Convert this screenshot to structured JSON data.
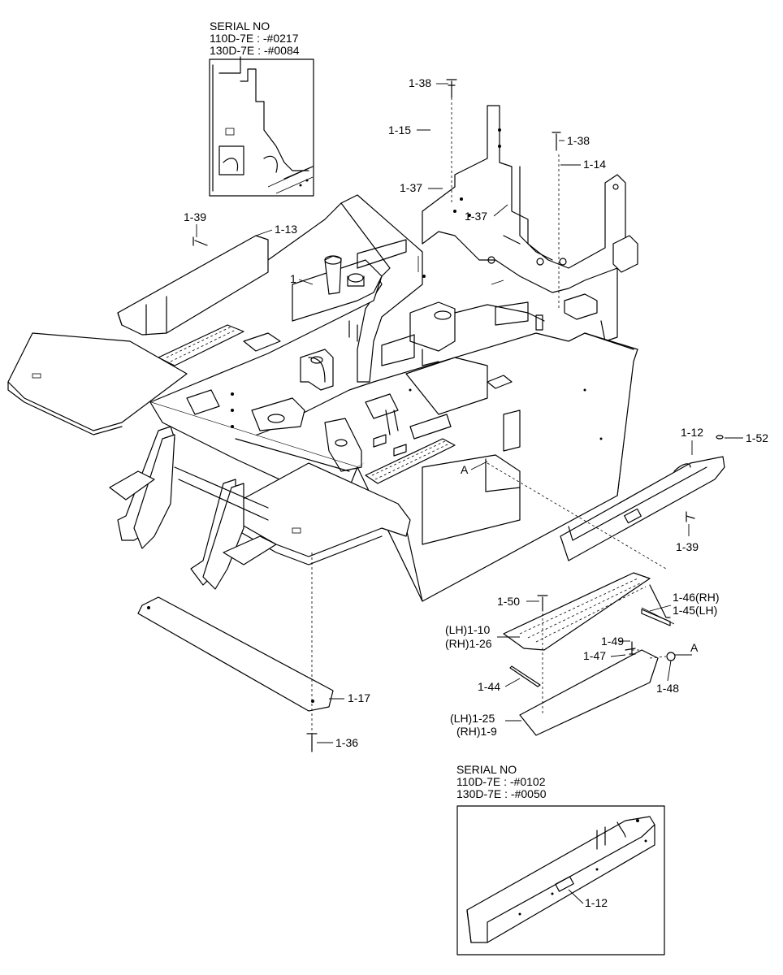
{
  "serial_top": {
    "heading": "SERIAL NO",
    "lines": [
      "110D-7E : -#0217",
      "130D-7E : -#0084"
    ]
  },
  "serial_bottom": {
    "heading": "SERIAL NO",
    "lines": [
      "110D-7E : -#0102",
      "130D-7E : -#0050"
    ]
  },
  "callouts": {
    "c_1_38_a": "1-38",
    "c_1_15": "1-15",
    "c_1_38_b": "1-38",
    "c_1_14": "1-14",
    "c_1_37_a": "1-37",
    "c_1_37_b": "1-37",
    "c_1_39_a": "1-39",
    "c_1_13": "1-13",
    "c_1": "1",
    "c_1_12": "1-12",
    "c_1_52": "1-52",
    "c_A_1": "A",
    "c_1_39_b": "1-39",
    "c_1_50": "1-50",
    "c_1_46": "1-46(RH)",
    "c_1_45": "1-45(LH)",
    "c_1_10": "(LH)1-10",
    "c_1_26": "(RH)1-26",
    "c_1_49": "1-49",
    "c_A_2": "A",
    "c_1_47": "1-47",
    "c_1_44": "1-44",
    "c_1_48": "1-48",
    "c_1_17": "1-17",
    "c_1_25": "(LH)1-25",
    "c_1_9": "(RH)1-9",
    "c_1_36": "1-36",
    "c_1_12_b": "1-12"
  }
}
